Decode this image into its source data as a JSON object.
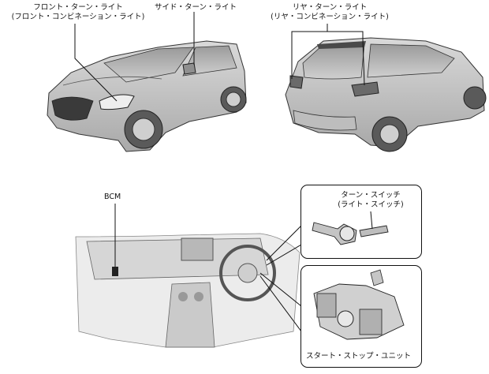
{
  "labels": {
    "front_turn_light": "フロント・ターン・ライト",
    "front_turn_light_sub": "(フロント・コンビネーション・ライト)",
    "side_turn_light": "サイド・ターン・ライト",
    "rear_turn_light": "リヤ・ターン・ライト",
    "rear_turn_light_sub": "(リヤ・コンビネーション・ライト)",
    "bcm": "BCM",
    "turn_switch": "ターン・スイッチ",
    "turn_switch_sub": "(ライト・スイッチ)",
    "start_stop_unit": "スタート・ストップ・ユニット"
  }
}
